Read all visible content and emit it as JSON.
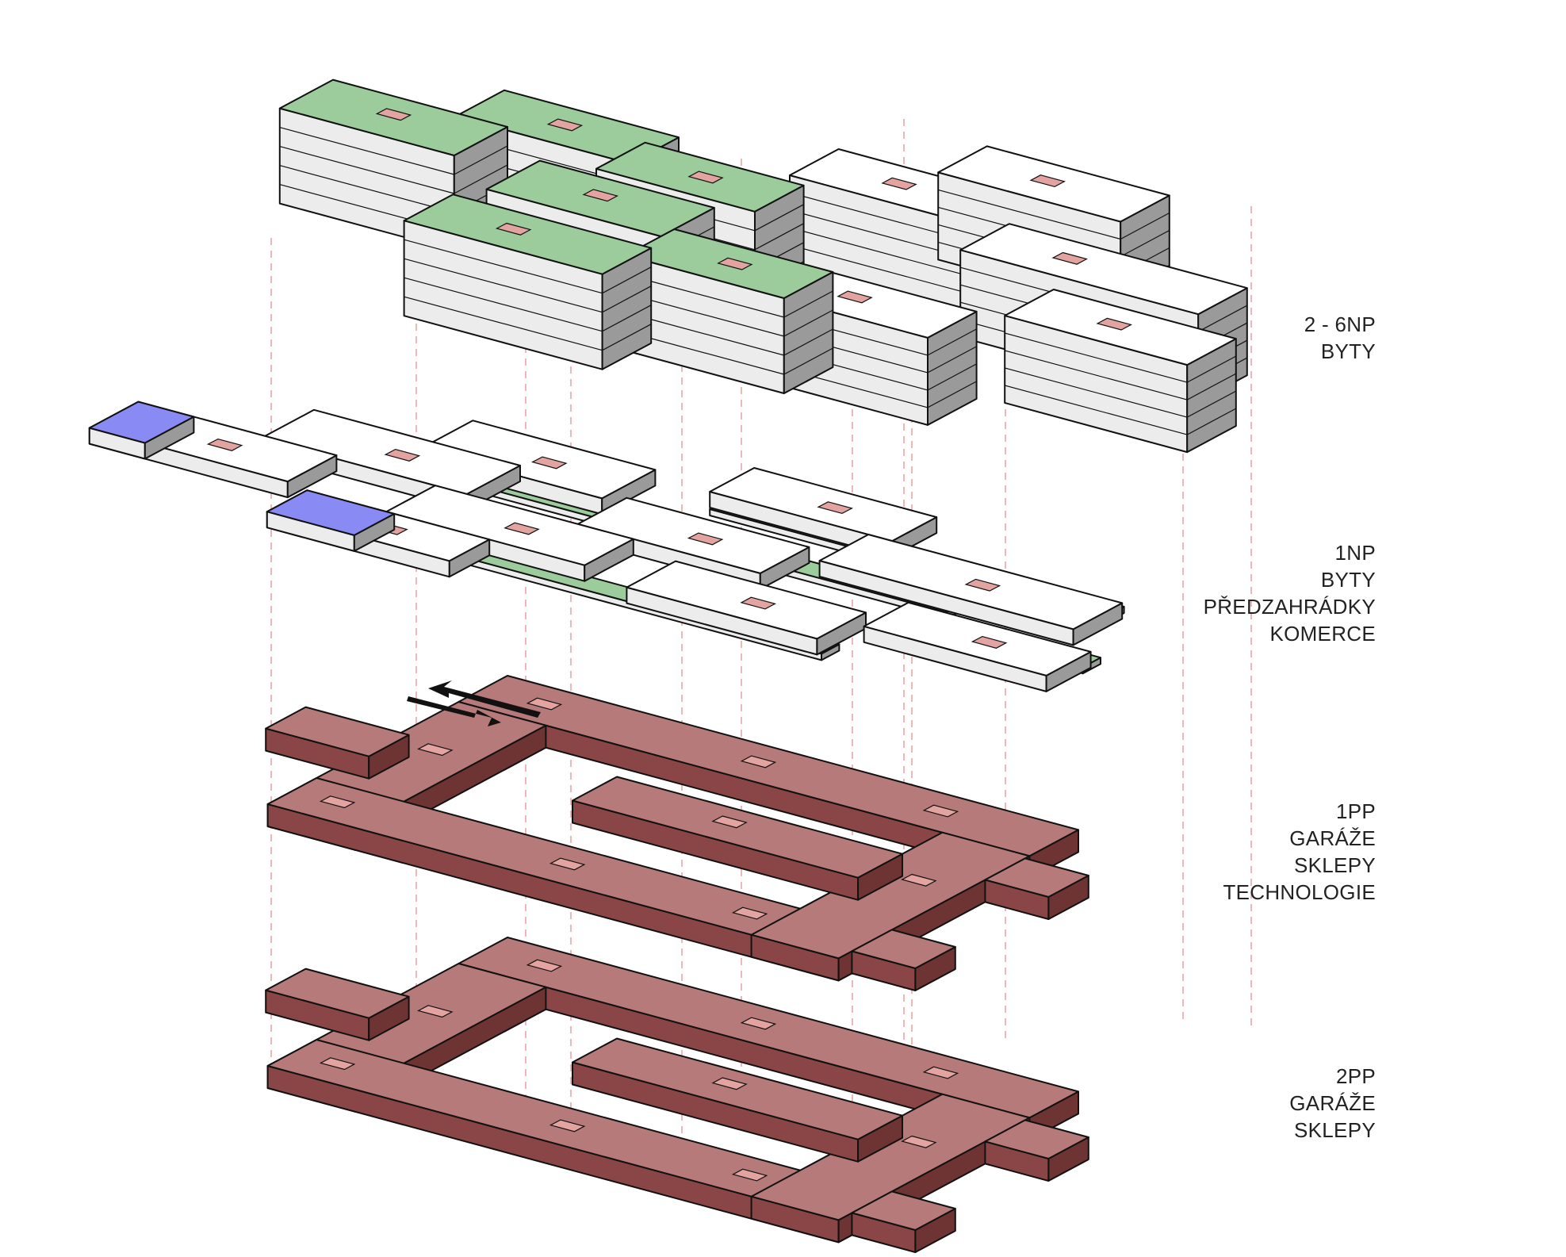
{
  "colors": {
    "green_roof": "#9ccc9c",
    "white_roof": "#ffffff",
    "side_light": "#ececec",
    "side_dark": "#9a9a9a",
    "commerce": "#8a8af5",
    "garage_top": "#b77a7a",
    "garage_side": "#8a4646",
    "core": "#e3a3a0",
    "guide_line": "#e89a9a",
    "stroke": "#111111"
  },
  "layers": [
    {
      "id": "upper",
      "lines": [
        "2 - 6NP",
        "BYTY"
      ]
    },
    {
      "id": "ground",
      "lines": [
        "1NP",
        "BYTY",
        "PŘEDZAHRÁDKY",
        "KOMERCE"
      ]
    },
    {
      "id": "b1",
      "lines": [
        "1PP",
        "GARÁŽE",
        "SKLEPY",
        "TECHNOLOGIE"
      ]
    },
    {
      "id": "b2",
      "lines": [
        "2PP",
        "GARÁŽE",
        "SKLEPY"
      ]
    }
  ],
  "icons": {
    "traffic": "two-way-arrow-icon"
  }
}
